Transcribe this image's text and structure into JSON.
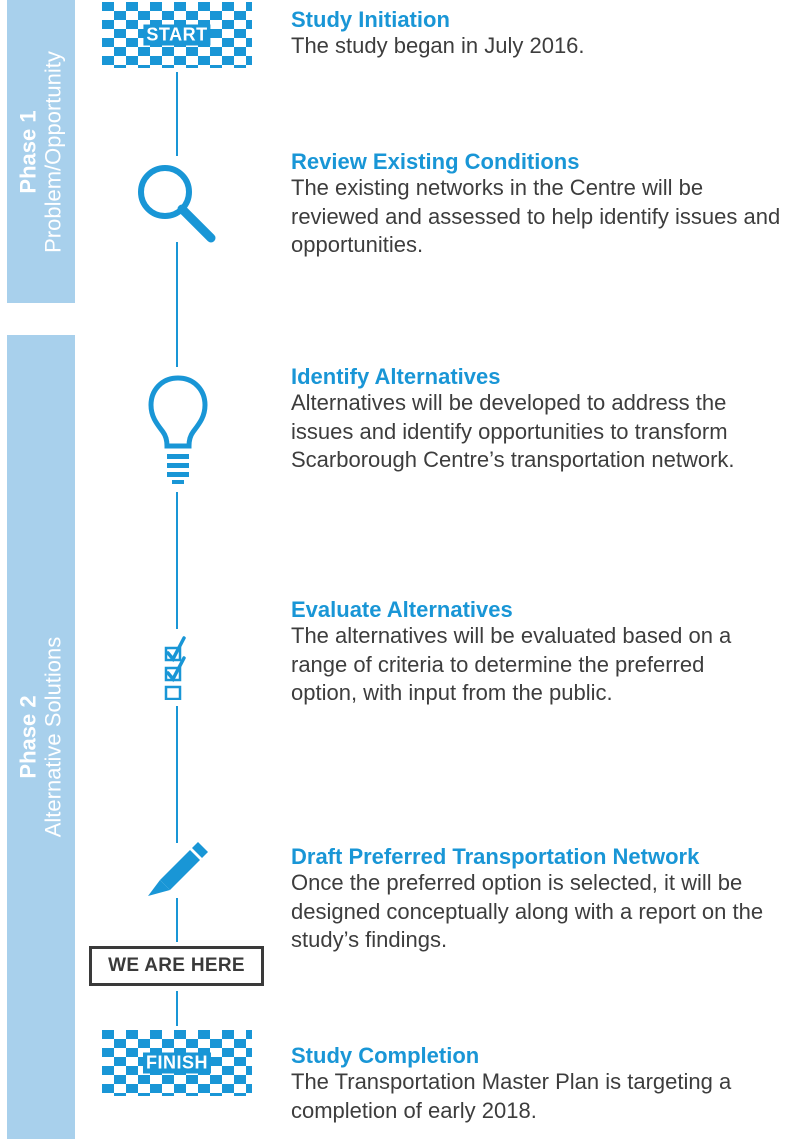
{
  "colors": {
    "accent": "#1996d6",
    "phase_bar": "#a8d0ec",
    "text": "#3a3a3a"
  },
  "phases": [
    {
      "title": "Phase 1",
      "subtitle": "Problem/Opportunity"
    },
    {
      "title": "Phase 2",
      "subtitle": "Alternative Solutions"
    }
  ],
  "markers": {
    "start": "START",
    "finish": "FINISH",
    "current": "WE ARE HERE"
  },
  "steps": [
    {
      "title": "Study Initiation",
      "description": "The study began in July 2016.",
      "icon": "start-flag"
    },
    {
      "title": "Review Existing Conditions",
      "description": "The existing networks in the Centre will be reviewed and assessed to help identify issues and opportunities.",
      "icon": "magnifier-icon"
    },
    {
      "title": "Identify Alternatives",
      "description": "Alternatives will be developed to address the issues and identify opportunities to transform Scarborough Centre’s transportation network.",
      "icon": "lightbulb-icon"
    },
    {
      "title": "Evaluate Alternatives",
      "description": "The alternatives will be evaluated based on a range of criteria to determine the preferred option, with input from the public.",
      "icon": "checklist-icon"
    },
    {
      "title": "Draft Preferred Transportation Network",
      "description": "Once the preferred option is selected, it will be designed conceptually along with a report on the study’s findings.",
      "icon": "pencil-icon"
    },
    {
      "title": "Study Completion",
      "description": "The Transportation Master Plan is targeting a completion of early 2018.",
      "icon": "finish-flag"
    }
  ]
}
